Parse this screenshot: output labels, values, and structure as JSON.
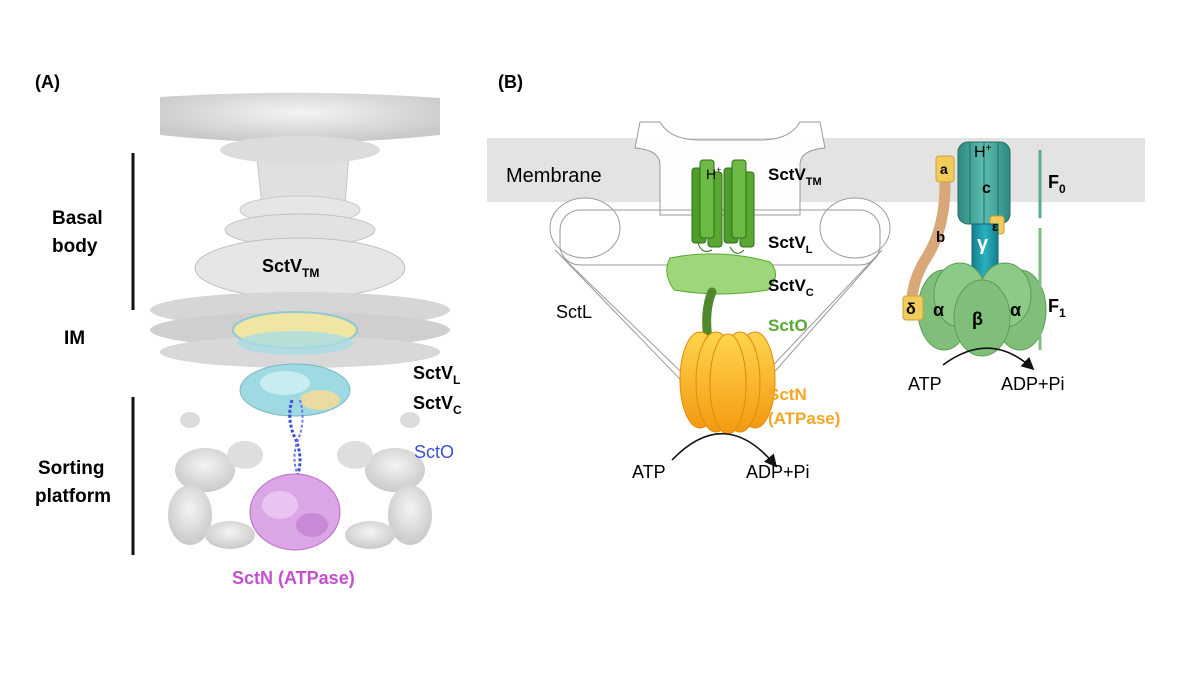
{
  "panel_a": {
    "label": "(A)",
    "basal_body_line1": "Basal",
    "basal_body_line2": "body",
    "im": "IM",
    "sorting_line1": "Sorting",
    "sorting_line2": "platform",
    "sctv_tm": "SctV",
    "sctv_tm_sub": "TM",
    "sctv_l": "SctV",
    "sctv_l_sub": "L",
    "sctv_c": "SctV",
    "sctv_c_sub": "C",
    "scto": "SctO",
    "sctn": "SctN (ATPase)"
  },
  "panel_b": {
    "label": "(B)",
    "membrane": "Membrane",
    "h_plus_left": "H",
    "h_plus_sup": "+",
    "sctv_tm": "SctV",
    "sctv_tm_sub": "TM",
    "sctv_l": "SctV",
    "sctv_l_sub": "L",
    "sctv_c": "SctV",
    "sctv_c_sub": "C",
    "scto": "SctO",
    "sctl": "SctL",
    "sctn_line1": "SctN",
    "sctn_line2": "(ATPase)",
    "atp_left": "ATP",
    "adp_left": "ADP+Pi",
    "h_plus_right": "H",
    "sub_a": "a",
    "sub_b": "b",
    "sub_c": "c",
    "sub_gamma": "γ",
    "sub_epsilon": "ε",
    "sub_delta": "δ",
    "sub_alpha1": "α",
    "sub_beta": "β",
    "sub_alpha2": "α",
    "f0": "F",
    "f0_sub": "0",
    "f1": "F",
    "f1_sub": "1",
    "atp_right": "ATP",
    "adp_right": "ADP+Pi"
  },
  "colors": {
    "membrane": "#e3e3e3",
    "sctn_label": "#f5a623",
    "scto_label": "#5aa832",
    "scto_a_label": "#3a4fd8",
    "sctn_a_label": "#c44fd0",
    "green_helix": "#5aa832",
    "teal": "#3a9a8f",
    "f1_green": "#7fbf7a",
    "stalk_tan": "#d9a878",
    "subunit_yellow": "#f2cc5a"
  }
}
